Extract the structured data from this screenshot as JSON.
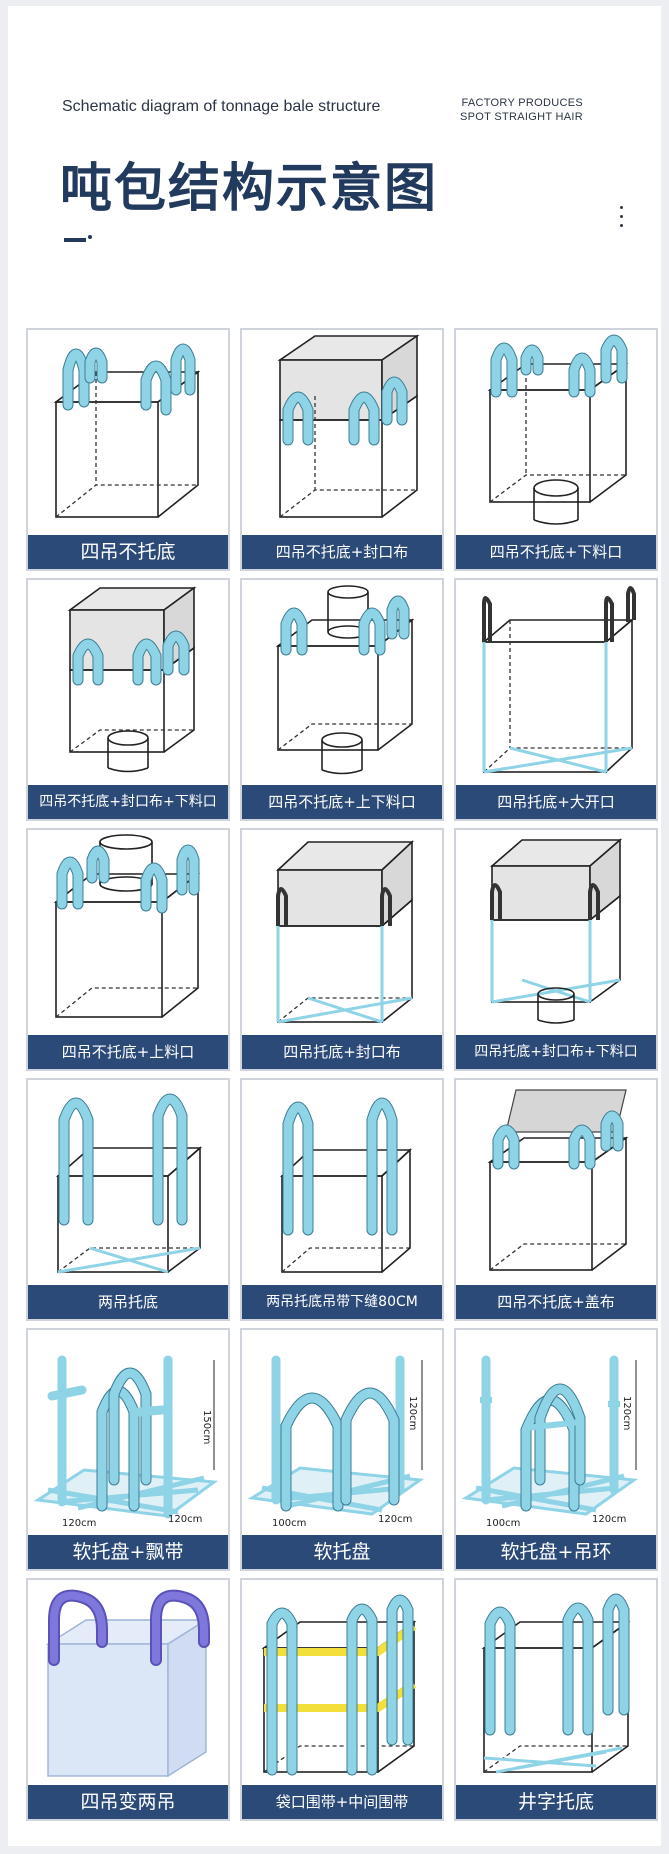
{
  "header": {
    "subtitle_en": "Schematic diagram of tonnage bale structure",
    "factory_line1": "FACTORY PRODUCES",
    "factory_line2": "SPOT STRAIGHT HAIR",
    "title_cn": "吨包结构示意图"
  },
  "colors": {
    "title": "#223a5e",
    "label_bg": "#2c4a78",
    "strap": "#8fd3e6",
    "purple_strap": "#6b63c9",
    "yellow_band": "#f2df3a"
  },
  "items": [
    {
      "label": "四吊不托底"
    },
    {
      "label": "四吊不托底+封口布"
    },
    {
      "label": "四吊不托底+下料口"
    },
    {
      "label": "四吊不托底+封口布+下料口"
    },
    {
      "label": "四吊不托底+上下料口"
    },
    {
      "label": "四吊托底+大开口"
    },
    {
      "label": "四吊不托底+上料口"
    },
    {
      "label": "四吊托底+封口布"
    },
    {
      "label": "四吊托底+封口布+下料口"
    },
    {
      "label": "两吊托底"
    },
    {
      "label": "两吊托底吊带下缝80CM"
    },
    {
      "label": "四吊不托底+盖布"
    },
    {
      "label": "软托盘+飘带",
      "dims": [
        "150cm",
        "120cm",
        "120cm"
      ]
    },
    {
      "label": "软托盘",
      "dims": [
        "120cm",
        "100cm",
        "120cm"
      ]
    },
    {
      "label": "软托盘+吊环",
      "dims": [
        "120cm",
        "100cm",
        "120cm"
      ]
    },
    {
      "label": "四吊变两吊"
    },
    {
      "label": "袋口围带+中间围带"
    },
    {
      "label": "井字托底"
    }
  ]
}
